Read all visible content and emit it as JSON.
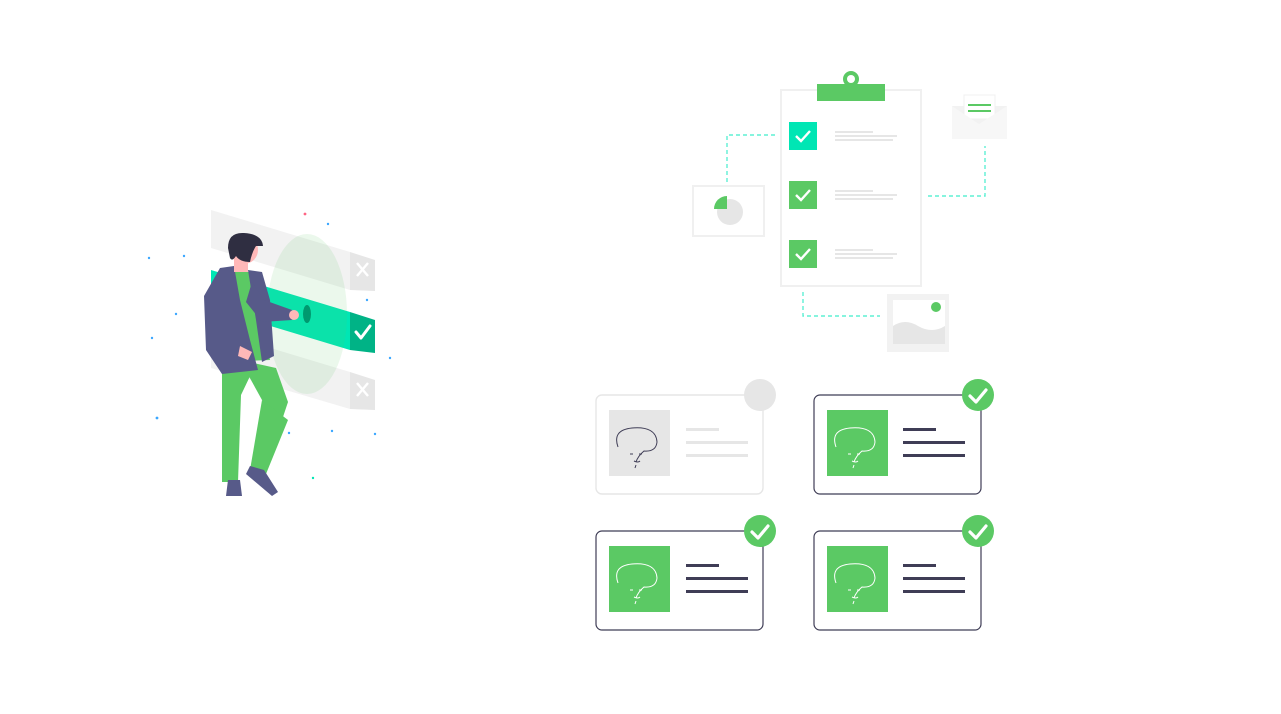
{
  "colors": {
    "background": "#ffffff",
    "brand_green": "#5bc964",
    "accent_teal": "#00e6b4",
    "dark_teal": "#00b386",
    "dashed_line": "#5ff0d4",
    "navy": "#3f3d56",
    "jacket": "#575a89",
    "skin": "#ffb8b8",
    "hair": "#2f2e41",
    "light_gray": "#e6e6e6",
    "card_border": "#3f3d56"
  },
  "illustrations": {
    "person": {
      "icon": "person-illustration"
    },
    "options_panel": {
      "rows": [
        {
          "state": "rejected",
          "icon": "x-icon"
        },
        {
          "state": "selected",
          "icon": "check-icon"
        },
        {
          "state": "rejected",
          "icon": "x-icon"
        }
      ]
    },
    "clipboard": {
      "icon": "clipboard-icon",
      "items": [
        {
          "checked": true,
          "color": "accent"
        },
        {
          "checked": true,
          "color": "brand"
        },
        {
          "checked": true,
          "color": "brand"
        }
      ]
    },
    "attachments": [
      {
        "icon": "envelope-icon"
      },
      {
        "icon": "pie-chart-icon"
      },
      {
        "icon": "image-icon"
      }
    ],
    "profile_cards": [
      {
        "state": "pending",
        "icon": "avatar-sketch-icon"
      },
      {
        "state": "approved",
        "icon": "avatar-sketch-icon",
        "badge": "check-icon"
      },
      {
        "state": "approved",
        "icon": "avatar-sketch-icon",
        "badge": "check-icon"
      },
      {
        "state": "approved",
        "icon": "avatar-sketch-icon",
        "badge": "check-icon"
      }
    ]
  }
}
